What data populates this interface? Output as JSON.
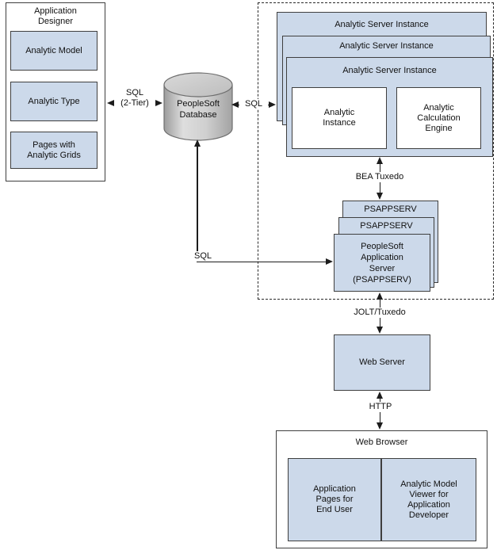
{
  "application_designer": {
    "title": "Application\nDesigner",
    "items": [
      {
        "label": "Analytic Model"
      },
      {
        "label": "Analytic Type"
      },
      {
        "label": "Pages with\nAnalytic Grids"
      }
    ]
  },
  "database": {
    "label": "PeopleSoft\nDatabase"
  },
  "labels": {
    "sql_2tier": "SQL\n(2-Tier)",
    "sql_db_server": "SQL",
    "sql_db_appserver": "SQL",
    "bea_tuxedo": "BEA Tuxedo",
    "jolt_tuxedo": "JOLT/Tuxedo",
    "http": "HTTP"
  },
  "analytic_server_stack": {
    "instances": [
      {
        "label": "Analytic Server Instance"
      },
      {
        "label": "Analytic Server Instance"
      },
      {
        "label": "Analytic Server Instance"
      }
    ],
    "analytic_instance": "Analytic\nInstance",
    "calculation_engine": "Analytic\nCalculation\nEngine"
  },
  "app_server_stack": {
    "back": "PSAPPSERV",
    "middle": "PSAPPSERV",
    "front": "PeopleSoft\nApplication\nServer\n(PSAPPSERV)"
  },
  "web_server": {
    "label": "Web Server"
  },
  "web_browser": {
    "title": "Web Browser",
    "left_panel": "Application\nPages for\nEnd User",
    "right_panel": "Analytic Model\nViewer for\nApplication\nDeveloper"
  },
  "colors": {
    "box_fill": "#ccd9ea",
    "box_border": "#3f3f3f",
    "line": "#1c1c1c",
    "cylinder_light": "#dedede",
    "cylinder_dark": "#9c9c9c"
  }
}
